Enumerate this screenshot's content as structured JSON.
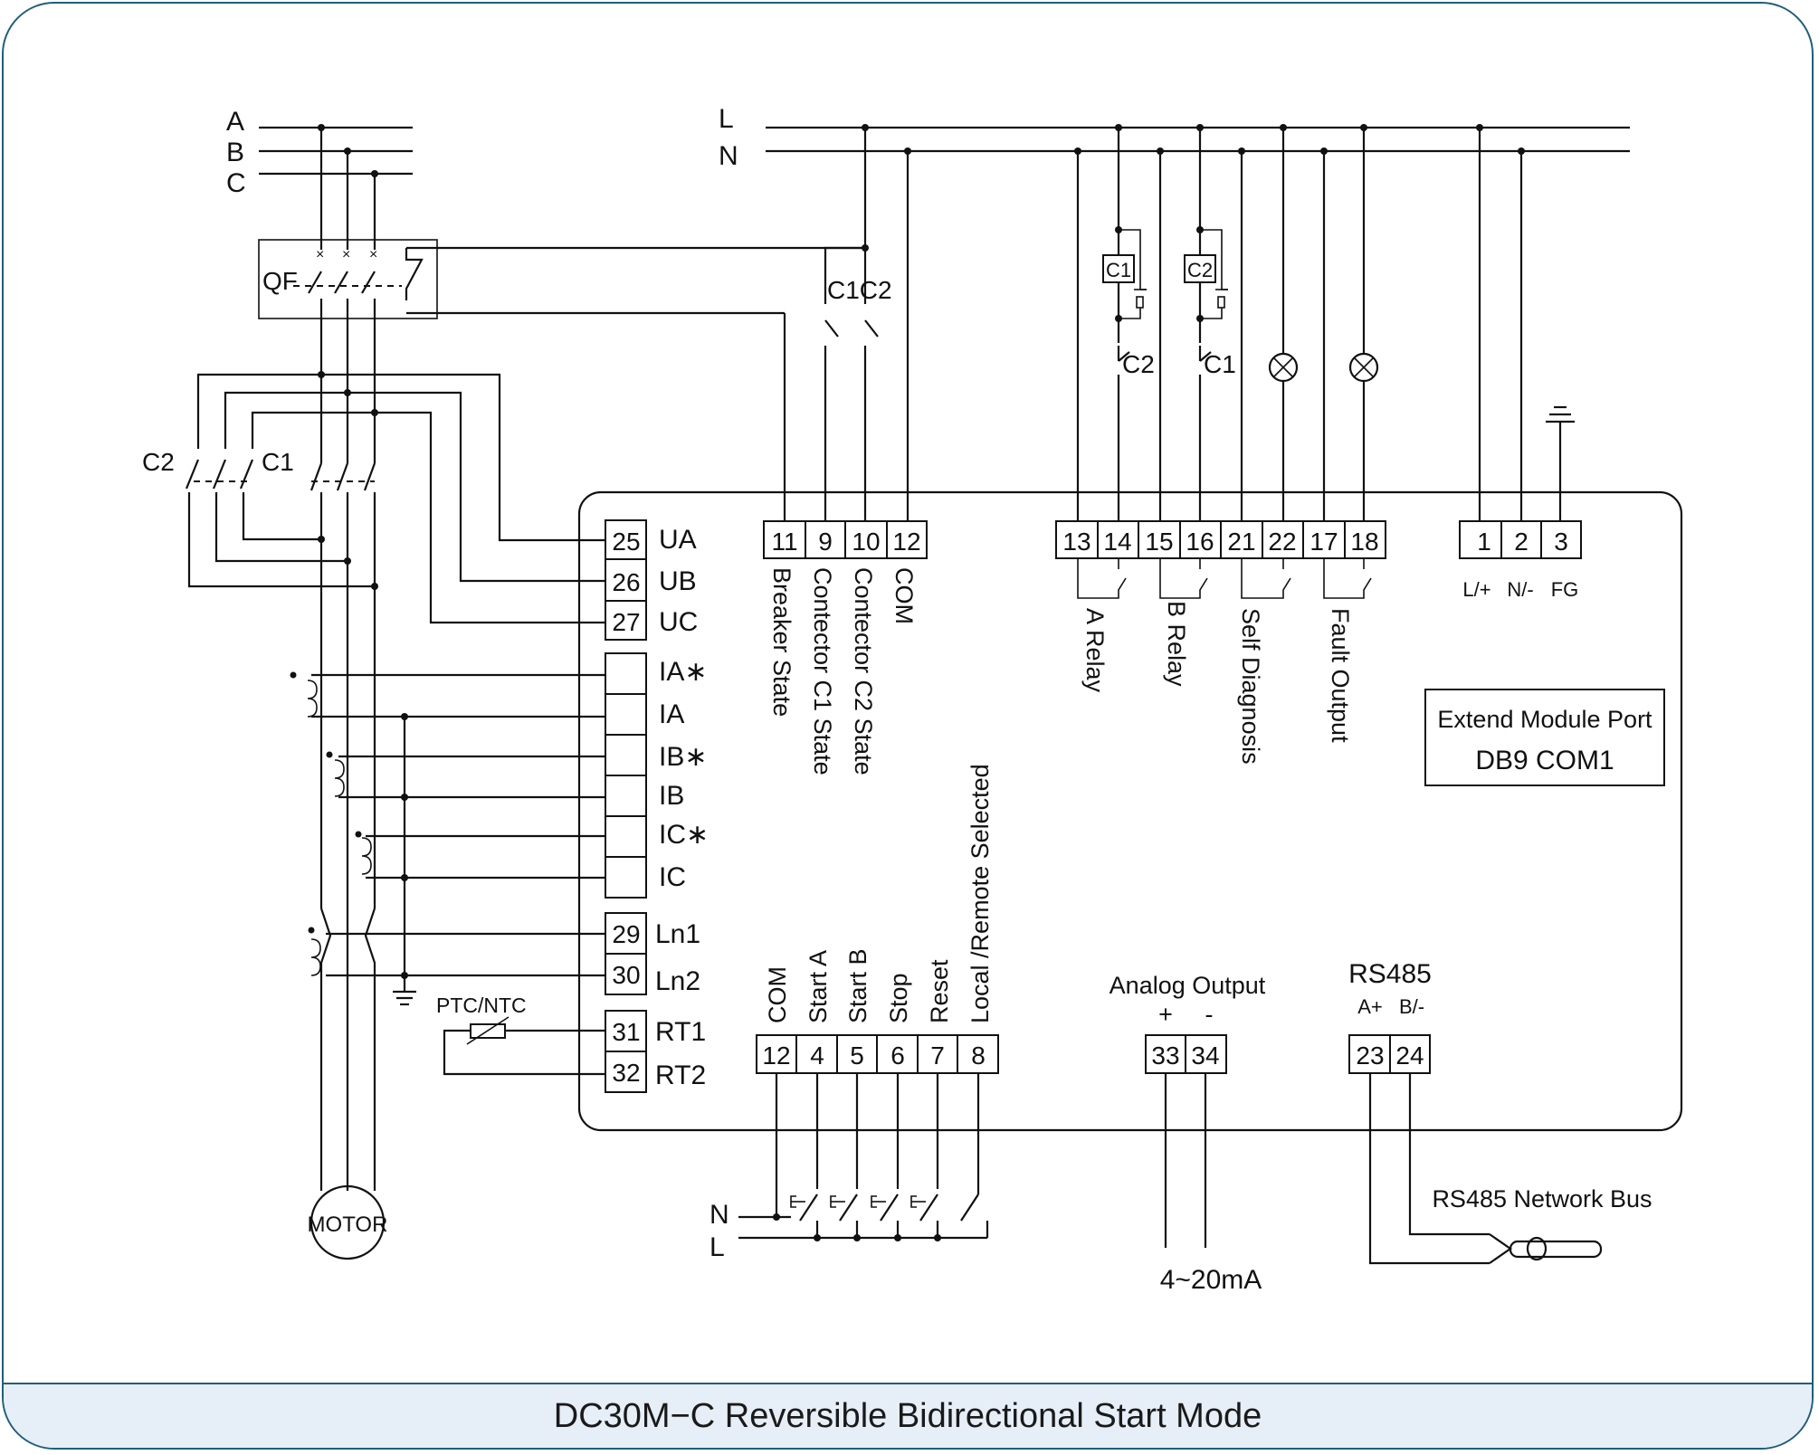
{
  "footer": {
    "title": "DC30M−C Reversible Bidirectional Start Mode"
  },
  "supply": {
    "phase_a": "A",
    "phase_b": "B",
    "phase_c": "C",
    "line": "L",
    "neutral": "N"
  },
  "devices": {
    "breaker": "QF",
    "contactor_c1": "C1",
    "contactor_c2": "C2",
    "aux_c1c2": "C1C2",
    "motor": "MOTOR",
    "ptc": "PTC/NTC"
  },
  "voltage_terminals": [
    {
      "num": "25",
      "label": "UA"
    },
    {
      "num": "26",
      "label": "UB"
    },
    {
      "num": "27",
      "label": "UC"
    }
  ],
  "current_terminals": [
    {
      "num": "",
      "label": "IA∗"
    },
    {
      "num": "",
      "label": "IA"
    },
    {
      "num": "",
      "label": "IB∗"
    },
    {
      "num": "",
      "label": "IB"
    },
    {
      "num": "",
      "label": "IC∗"
    },
    {
      "num": "",
      "label": "IC"
    }
  ],
  "leakage_terminals": [
    {
      "num": "29",
      "label": "Ln1"
    },
    {
      "num": "30",
      "label": "Ln2"
    }
  ],
  "temp_terminals": [
    {
      "num": "31",
      "label": "RT1"
    },
    {
      "num": "32",
      "label": "RT2"
    }
  ],
  "state_inputs": {
    "terminals": [
      "11",
      "9",
      "10",
      "12"
    ],
    "labels": [
      "Breaker State",
      "Contector C1 State",
      "Contector C2 State",
      "COM"
    ]
  },
  "relay_outputs": {
    "terminals": [
      "13",
      "14",
      "15",
      "16",
      "21",
      "22",
      "17",
      "18"
    ],
    "labels": [
      "A Relay",
      "B Relay",
      "Self Diagnosis",
      "Fault Output"
    ],
    "interlock_c1": "C1",
    "interlock_c2": "C2",
    "nc_c2": "C2",
    "nc_c1": "C1"
  },
  "power_terminals": {
    "terminals": [
      "1",
      "2",
      "3"
    ],
    "labels": [
      "L/+",
      "N/-",
      "FG"
    ]
  },
  "extend_port": {
    "line1": "Extend Module Port",
    "line2": "DB9 COM1"
  },
  "control_inputs": {
    "terminals": [
      "12",
      "4",
      "5",
      "6",
      "7",
      "8"
    ],
    "labels": [
      "COM",
      "Start A",
      "Start B",
      "Stop",
      "Reset",
      "Local /Remote Selected"
    ]
  },
  "control_supply": {
    "neutral": "N",
    "line": "L"
  },
  "analog": {
    "title": "Analog Output",
    "plus": "+",
    "minus": "-",
    "terminals": [
      "33",
      "34"
    ],
    "range": "4~20mA"
  },
  "rs485": {
    "title": "RS485",
    "a": "A+",
    "b": "B/-",
    "terminals": [
      "23",
      "24"
    ],
    "bus": "RS485 Network Bus"
  }
}
